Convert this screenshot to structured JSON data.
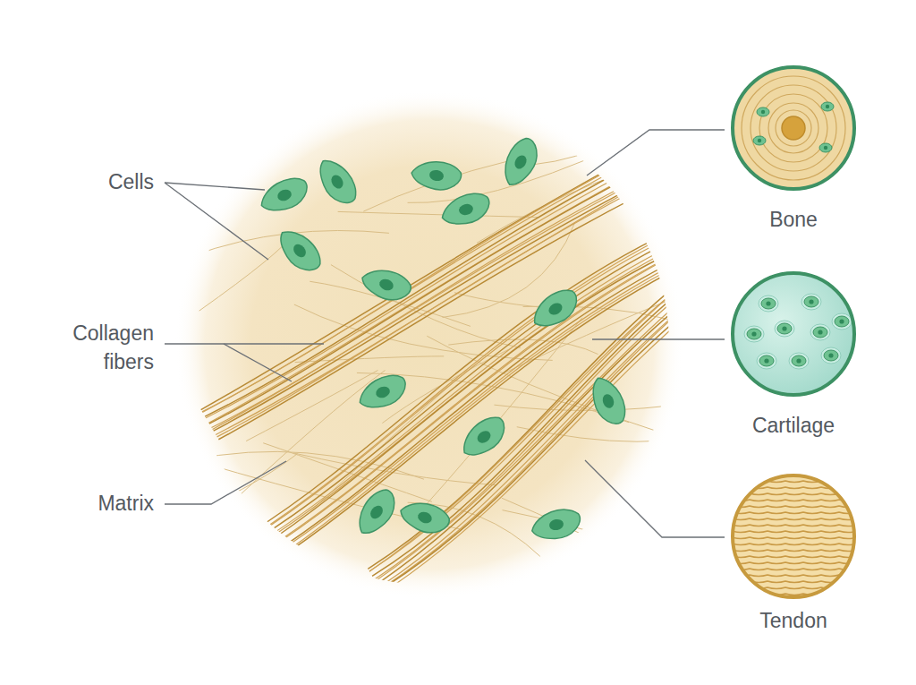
{
  "diagram": {
    "nodes": [
      {
        "text": [
          "Bone"
        ]
      },
      {
        "text": [
          "Cartilage"
        ]
      },
      {
        "text": [
          "Tendon"
        ]
      }
    ],
    "labels": [
      "Cells",
      "Collagen fibers",
      "Matrix"
    ]
  }
}
